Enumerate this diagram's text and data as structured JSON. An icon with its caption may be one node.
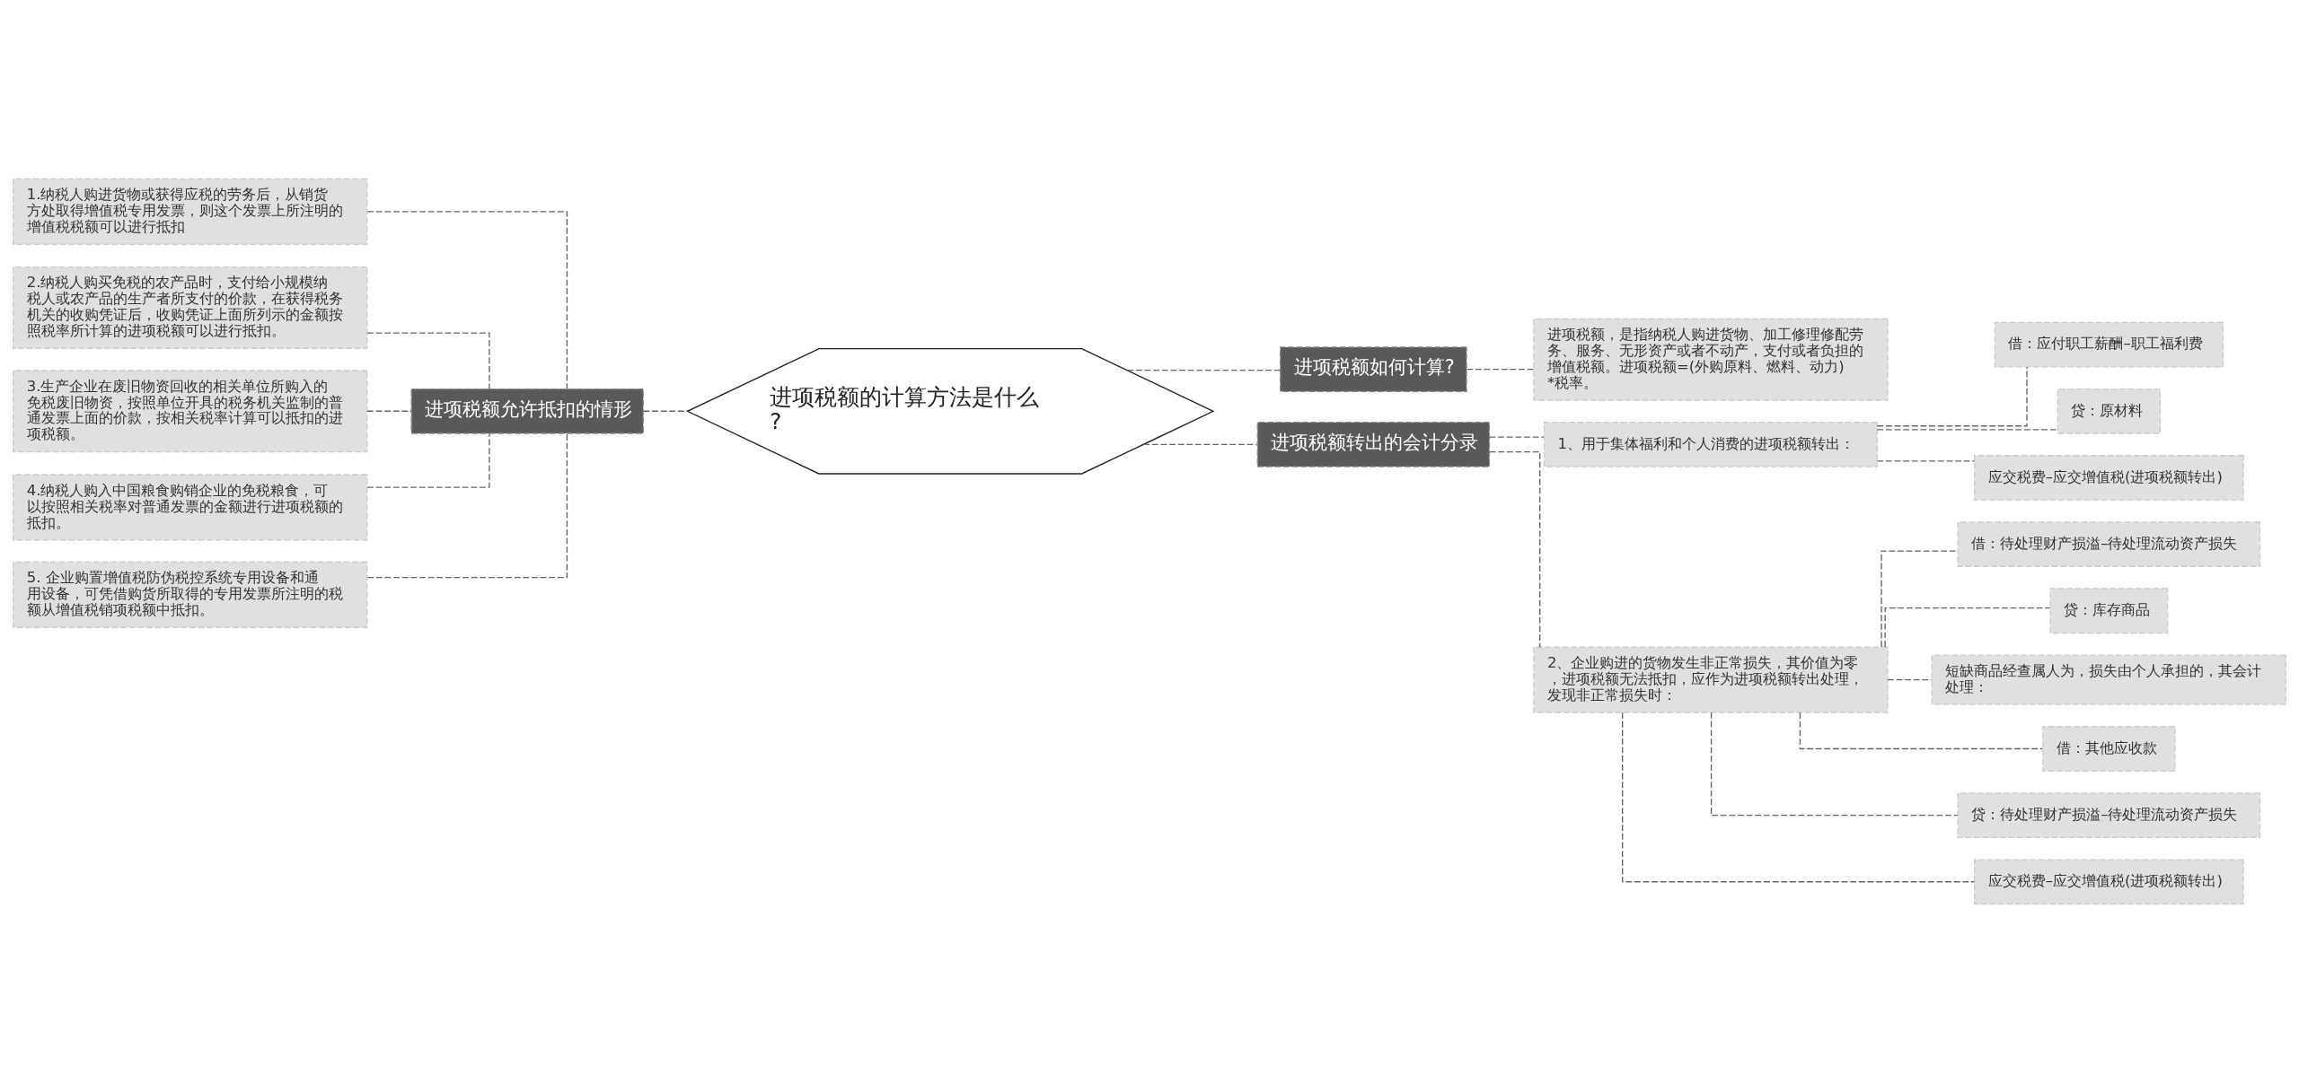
{
  "diagram": {
    "nodes": [
      {
        "text": [
          "进项税额的计算方法是什么?"
        ]
      },
      {
        "text": [
          "进项税额允许抵扣的情形"
        ]
      },
      {
        "text": [
          "1.纳税人购进货物或获得应税的劳务后，从销货方处取得增值税专用发票，则这个发票上所注明的增值税税额可以进行抵扣"
        ]
      },
      {
        "text": [
          "2.纳税人购买免税的农产品时，支付给小规模纳税人或农产品的生产者所支付的价款，在获得税务机关的收购凭证后，收购凭证上面所列示的金额按照税率所计算的进项税额可以进行抵扣。"
        ]
      },
      {
        "text": [
          "3.生产企业在废旧物资回收的相关单位所购入的免税废旧物资，按照单位开具的税务机关监制的普通发票上面的价款，按相关税率计算可以抵扣的进项税额。"
        ]
      },
      {
        "text": [
          "4.纳税人购入中国粮食购销企业的免税粮食，可以按照相关税率对普通发票的金额进行进项税额的抵扣。"
        ]
      },
      {
        "text": [
          "5. 企业购置增值税防伪税控系统专用设备和通用设备，可凭借购货所取得的专用发票所注明的税额从增值税销项税额中抵扣。"
        ]
      },
      {
        "text": [
          "进项税额如何计算?"
        ]
      },
      {
        "text": [
          "进项税额，是指纳税人购进货物、加工修理修配劳务、服务、无形资产或者不动产，支付或者负担的增值税额。进项税额=(外购原料、燃料、动力)*税率。"
        ]
      },
      {
        "text": [
          "进项税额转出的会计分录"
        ]
      },
      {
        "text": [
          "1、用于集体福利和个人消费的进项税额转出："
        ]
      },
      {
        "text": [
          "借：应付职工薪酬–职工福利费"
        ]
      },
      {
        "text": [
          "贷：原材料"
        ]
      },
      {
        "text": [
          "应交税费–应交增值税(进项税额转出)"
        ]
      },
      {
        "text": [
          "2、企业购进的货物发生非正常损失，其价值为零，进项税额无法抵扣，应作为进项税额转出处理，发现非正常损失时："
        ]
      },
      {
        "text": [
          "借：待处理财产损溢–待处理流动资产损失"
        ]
      },
      {
        "text": [
          "贷：库存商品"
        ]
      },
      {
        "text": [
          "短缺商品经查属人为，损失由个人承担的，其会计处理："
        ]
      },
      {
        "text": [
          "借：其他应收款"
        ]
      },
      {
        "text": [
          "贷：待处理财产损溢–待处理流动资产损失"
        ]
      },
      {
        "text": [
          "应交税费–应交增值税(进项税额转出)"
        ]
      }
    ],
    "edges": [
      {
        "from": 0,
        "to": 1,
        "arrow": "none",
        "style": "dashed"
      },
      {
        "from": 1,
        "to": 2,
        "arrow": "none",
        "style": "dashed"
      },
      {
        "from": 1,
        "to": 3,
        "arrow": "none",
        "style": "dashed"
      },
      {
        "from": 1,
        "to": 4,
        "arrow": "none",
        "style": "dashed"
      },
      {
        "from": 1,
        "to": 5,
        "arrow": "none",
        "style": "dashed"
      },
      {
        "from": 1,
        "to": 6,
        "arrow": "none",
        "style": "dashed"
      },
      {
        "from": 0,
        "to": 7,
        "arrow": "none",
        "style": "dashed"
      },
      {
        "from": 7,
        "to": 8,
        "arrow": "none",
        "style": "dashed"
      },
      {
        "from": 0,
        "to": 9,
        "arrow": "none",
        "style": "dashed"
      },
      {
        "from": 9,
        "to": 10,
        "arrow": "none",
        "style": "dashed"
      },
      {
        "from": 10,
        "to": 11,
        "arrow": "none",
        "style": "dashed"
      },
      {
        "from": 10,
        "to": 12,
        "arrow": "none",
        "style": "dashed"
      },
      {
        "from": 10,
        "to": 13,
        "arrow": "none",
        "style": "dashed"
      },
      {
        "from": 9,
        "to": 14,
        "arrow": "none",
        "style": "dashed"
      },
      {
        "from": 14,
        "to": 15,
        "arrow": "none",
        "style": "dashed"
      },
      {
        "from": 14,
        "to": 16,
        "arrow": "none",
        "style": "dashed"
      },
      {
        "from": 14,
        "to": 17,
        "arrow": "none",
        "style": "dashed"
      },
      {
        "from": 14,
        "to": 18,
        "arrow": "none",
        "style": "dashed"
      },
      {
        "from": 14,
        "to": 19,
        "arrow": "none",
        "style": "dashed"
      },
      {
        "from": 14,
        "to": 20,
        "arrow": "none",
        "style": "dashed"
      }
    ]
  }
}
